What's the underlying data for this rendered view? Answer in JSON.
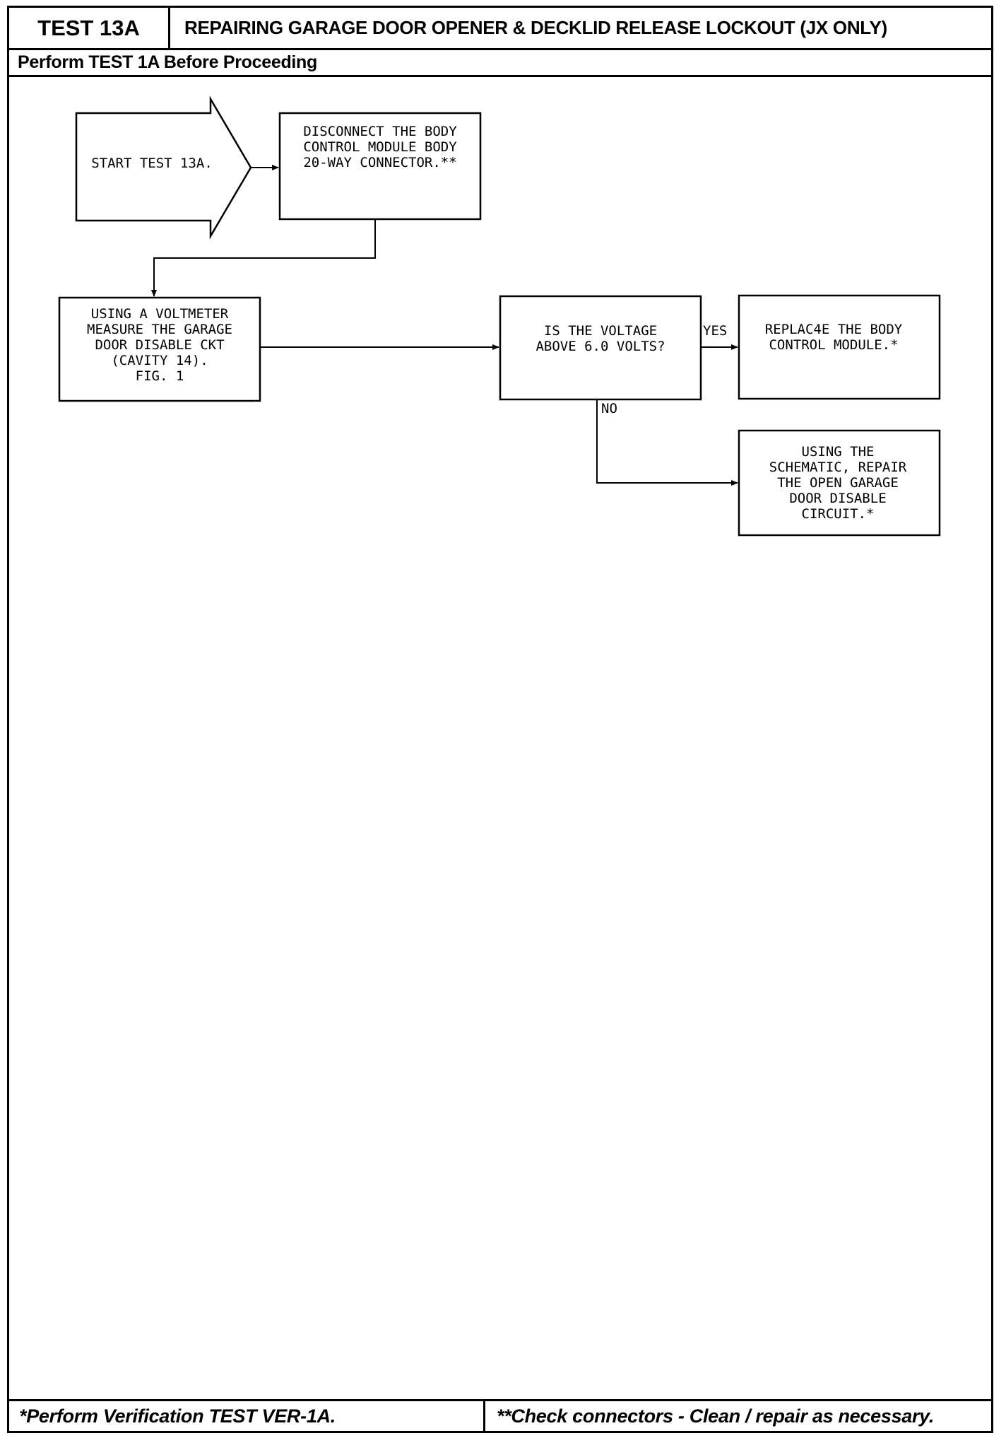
{
  "header": {
    "test_id": "TEST 13A",
    "title": "REPAIRING GARAGE DOOR OPENER & DECKLID RELEASE LOCKOUT (JX ONLY)",
    "prerequisite": "Perform TEST 1A Before Proceeding"
  },
  "flowchart": {
    "start": [
      "START TEST 13A."
    ],
    "disconnect": [
      "DISCONNECT THE BODY",
      "CONTROL MODULE BODY",
      "20-WAY CONNECTOR.**"
    ],
    "measure": [
      "USING A VOLTMETER",
      "MEASURE THE GARAGE",
      "DOOR DISABLE CKT",
      "(CAVITY 14).",
      "FIG. 1"
    ],
    "decision": [
      "IS THE VOLTAGE",
      "ABOVE 6.0 VOLTS?"
    ],
    "replace": [
      "REPLAC4E THE BODY",
      "CONTROL MODULE.*"
    ],
    "repair": [
      "USING THE",
      "SCHEMATIC, REPAIR",
      "THE OPEN GARAGE",
      "DOOR DISABLE",
      "CIRCUIT.*"
    ],
    "label_yes": "YES",
    "label_no": "NO"
  },
  "footer": {
    "left": "*Perform Verification TEST VER-1A.",
    "right": "**Check connectors - Clean / repair as necessary."
  }
}
